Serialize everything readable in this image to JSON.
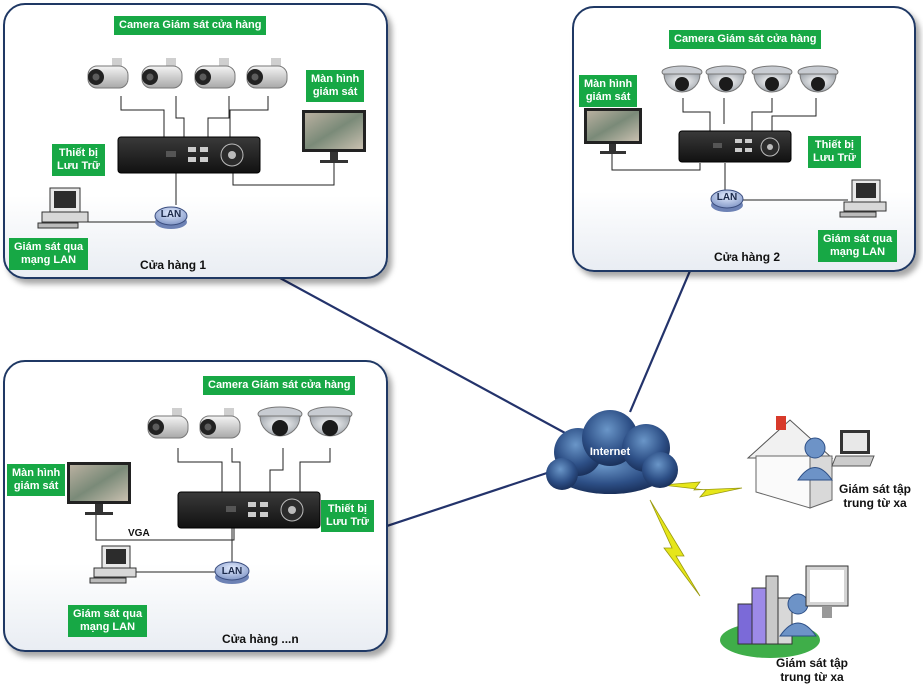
{
  "colors": {
    "link": "#23336b",
    "label_bg": "#17a845",
    "panel_border": "#1f3864",
    "lightning": "#e6e61a"
  },
  "store1": {
    "title": "Cửa hàng 1",
    "camera_label": "Camera Giám sát cửa hàng",
    "monitor_label": "Màn hình\ngiám sát",
    "storage_label": "Thiết bị\nLưu Trữ",
    "lan_monitor_label": "Giám sát qua\nmạng LAN",
    "lan": "LAN"
  },
  "store2": {
    "title": "Cửa hàng 2",
    "camera_label": "Camera Giám sát cửa hàng",
    "monitor_label": "Màn hình\ngiám sát",
    "storage_label": "Thiết bị\nLưu Trữ",
    "lan_monitor_label": "Giám sát qua\nmạng LAN",
    "lan": "LAN"
  },
  "storeN": {
    "title": "Cửa hàng ...n",
    "camera_label": "Camera Giám sát cửa hàng",
    "monitor_label": "Màn hình\ngiám sát",
    "storage_label": "Thiết bị\nLưu Trữ",
    "lan_monitor_label": "Giám sát qua\nmạng LAN",
    "vga": "VGA",
    "lan": "LAN"
  },
  "internet": "Internet",
  "remote1": {
    "label": "Giám sát tập\ntrung từ xa",
    "icon": "house-with-user-and-laptop-icon"
  },
  "remote2": {
    "label": "Giám sát tập\ntrung từ xa",
    "icon": "office-buildings-with-user-and-monitor-icon"
  }
}
